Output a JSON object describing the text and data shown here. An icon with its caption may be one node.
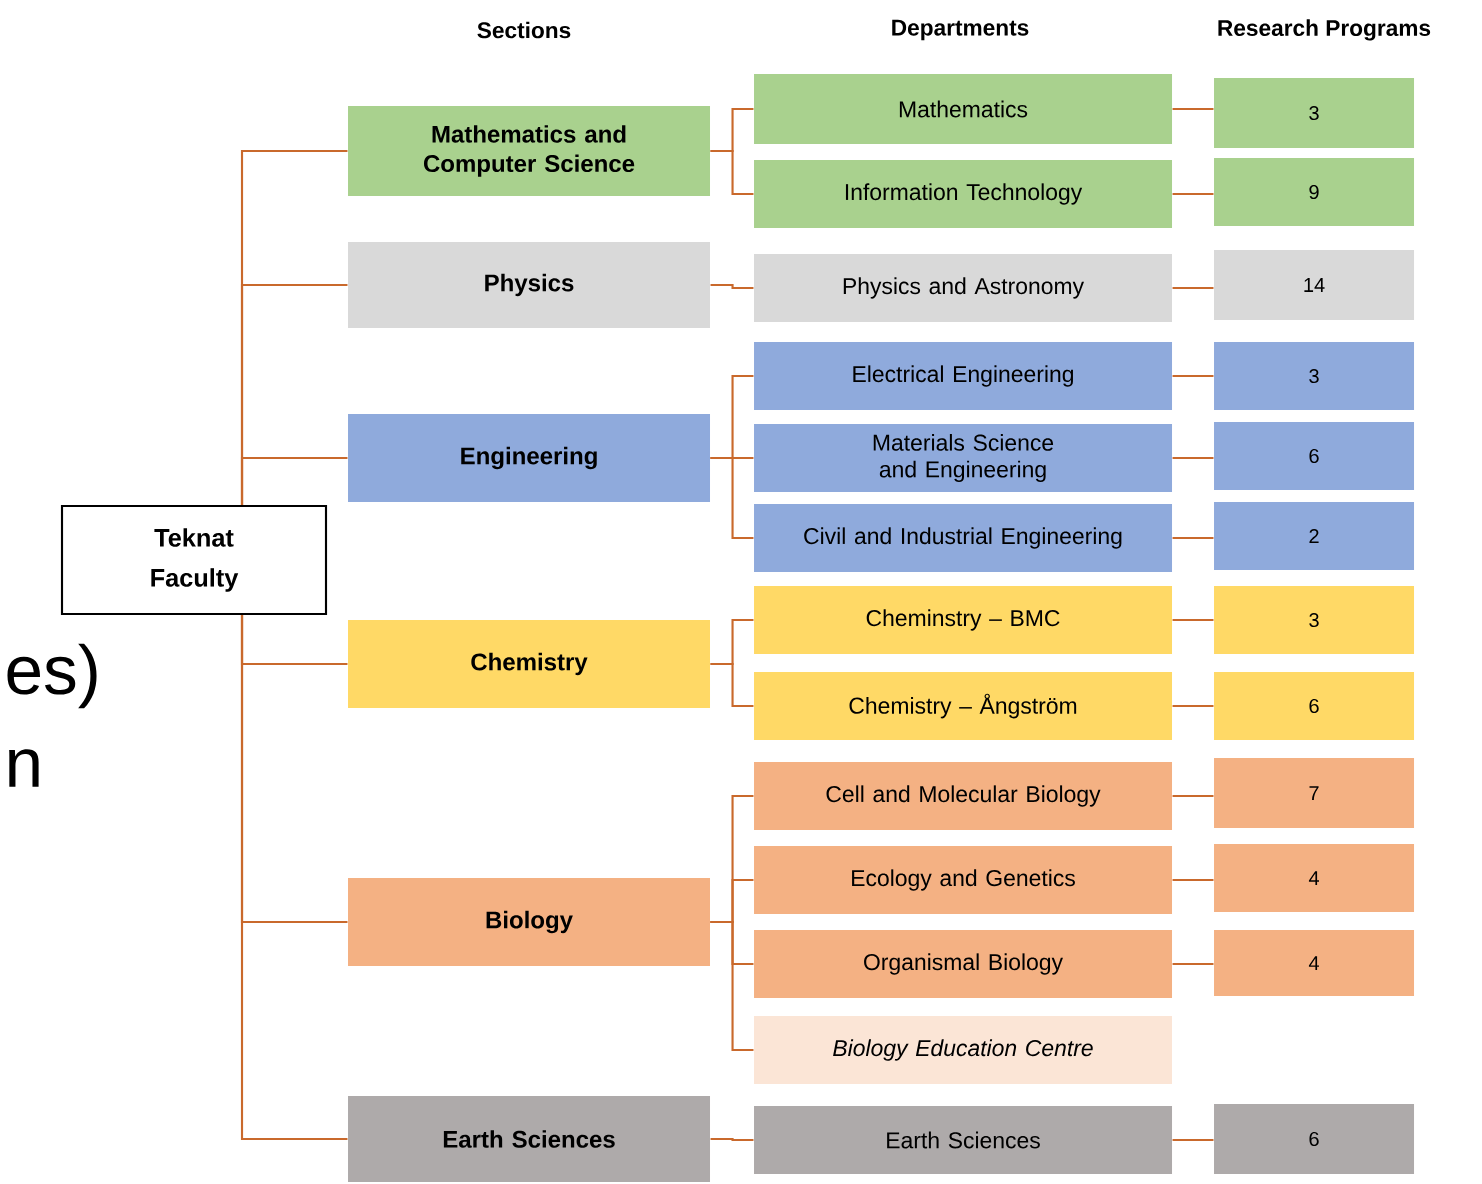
{
  "diagram": {
    "nodes": [
      {
        "text": [
          "Teknat Faculty"
        ]
      },
      {
        "text": [
          "Mathematics and Computer Science"
        ]
      },
      {
        "text": [
          "Physics"
        ]
      },
      {
        "text": [
          "Engineering"
        ]
      },
      {
        "text": [
          "Chemistry"
        ]
      },
      {
        "text": [
          "Biology"
        ]
      },
      {
        "text": [
          "Earth Sciences"
        ]
      },
      {
        "text": [
          "Mathematics"
        ]
      },
      {
        "text": [
          "Information Technology"
        ]
      },
      {
        "text": [
          "Physics and Astronomy"
        ]
      },
      {
        "text": [
          "Electrical Engineering"
        ]
      },
      {
        "text": [
          "Materials Science and Engineering"
        ]
      },
      {
        "text": [
          "Civil and Industrial Engineering"
        ]
      },
      {
        "text": [
          "Cheminstry – BMC"
        ]
      },
      {
        "text": [
          "Chemistry – Ångström"
        ]
      },
      {
        "text": [
          "Cell and Molecular Biology"
        ]
      },
      {
        "text": [
          "Ecology and Genetics"
        ]
      },
      {
        "text": [
          "Organismal Biology"
        ]
      },
      {
        "text": [
          "Biology Education Centre"
        ]
      },
      {
        "text": [
          "Earth Sciences"
        ]
      },
      {
        "text": [
          "3"
        ]
      },
      {
        "text": [
          "9"
        ]
      },
      {
        "text": [
          "14"
        ]
      },
      {
        "text": [
          "3"
        ]
      },
      {
        "text": [
          "6"
        ]
      },
      {
        "text": [
          "2"
        ]
      },
      {
        "text": [
          "3"
        ]
      },
      {
        "text": [
          "6"
        ]
      },
      {
        "text": [
          "7"
        ]
      },
      {
        "text": [
          "4"
        ]
      },
      {
        "text": [
          "4"
        ]
      },
      {
        "text": [
          "6"
        ]
      }
    ],
    "edges": [
      {
        "from": 0,
        "to": 1,
        "arrow": "none"
      },
      {
        "from": 0,
        "to": 2,
        "arrow": "none"
      },
      {
        "from": 0,
        "to": 3,
        "arrow": "none"
      },
      {
        "from": 0,
        "to": 4,
        "arrow": "none"
      },
      {
        "from": 0,
        "to": 5,
        "arrow": "none"
      },
      {
        "from": 0,
        "to": 6,
        "arrow": "none"
      },
      {
        "from": 1,
        "to": 7,
        "arrow": "none"
      },
      {
        "from": 1,
        "to": 8,
        "arrow": "none"
      },
      {
        "from": 2,
        "to": 9,
        "arrow": "none"
      },
      {
        "from": 3,
        "to": 10,
        "arrow": "none"
      },
      {
        "from": 3,
        "to": 11,
        "arrow": "none"
      },
      {
        "from": 3,
        "to": 12,
        "arrow": "none"
      },
      {
        "from": 4,
        "to": 13,
        "arrow": "none"
      },
      {
        "from": 4,
        "to": 14,
        "arrow": "none"
      },
      {
        "from": 5,
        "to": 15,
        "arrow": "none"
      },
      {
        "from": 5,
        "to": 16,
        "arrow": "none"
      },
      {
        "from": 5,
        "to": 17,
        "arrow": "none"
      },
      {
        "from": 5,
        "to": 18,
        "arrow": "none"
      },
      {
        "from": 6,
        "to": 19,
        "arrow": "none"
      },
      {
        "from": 7,
        "to": 20,
        "arrow": "none"
      },
      {
        "from": 8,
        "to": 21,
        "arrow": "none"
      },
      {
        "from": 9,
        "to": 22,
        "arrow": "none"
      },
      {
        "from": 10,
        "to": 23,
        "arrow": "none"
      },
      {
        "from": 11,
        "to": 24,
        "arrow": "none"
      },
      {
        "from": 12,
        "to": 25,
        "arrow": "none"
      },
      {
        "from": 13,
        "to": 26,
        "arrow": "none"
      },
      {
        "from": 14,
        "to": 27,
        "arrow": "none"
      },
      {
        "from": 15,
        "to": 28,
        "arrow": "none"
      },
      {
        "from": 16,
        "to": 29,
        "arrow": "none"
      },
      {
        "from": 17,
        "to": 30,
        "arrow": "none"
      },
      {
        "from": 19,
        "to": 31,
        "arrow": "none"
      }
    ],
    "labels": [
      "Sections",
      "Departments",
      "Research Programs",
      "es)",
      "n"
    ]
  }
}
